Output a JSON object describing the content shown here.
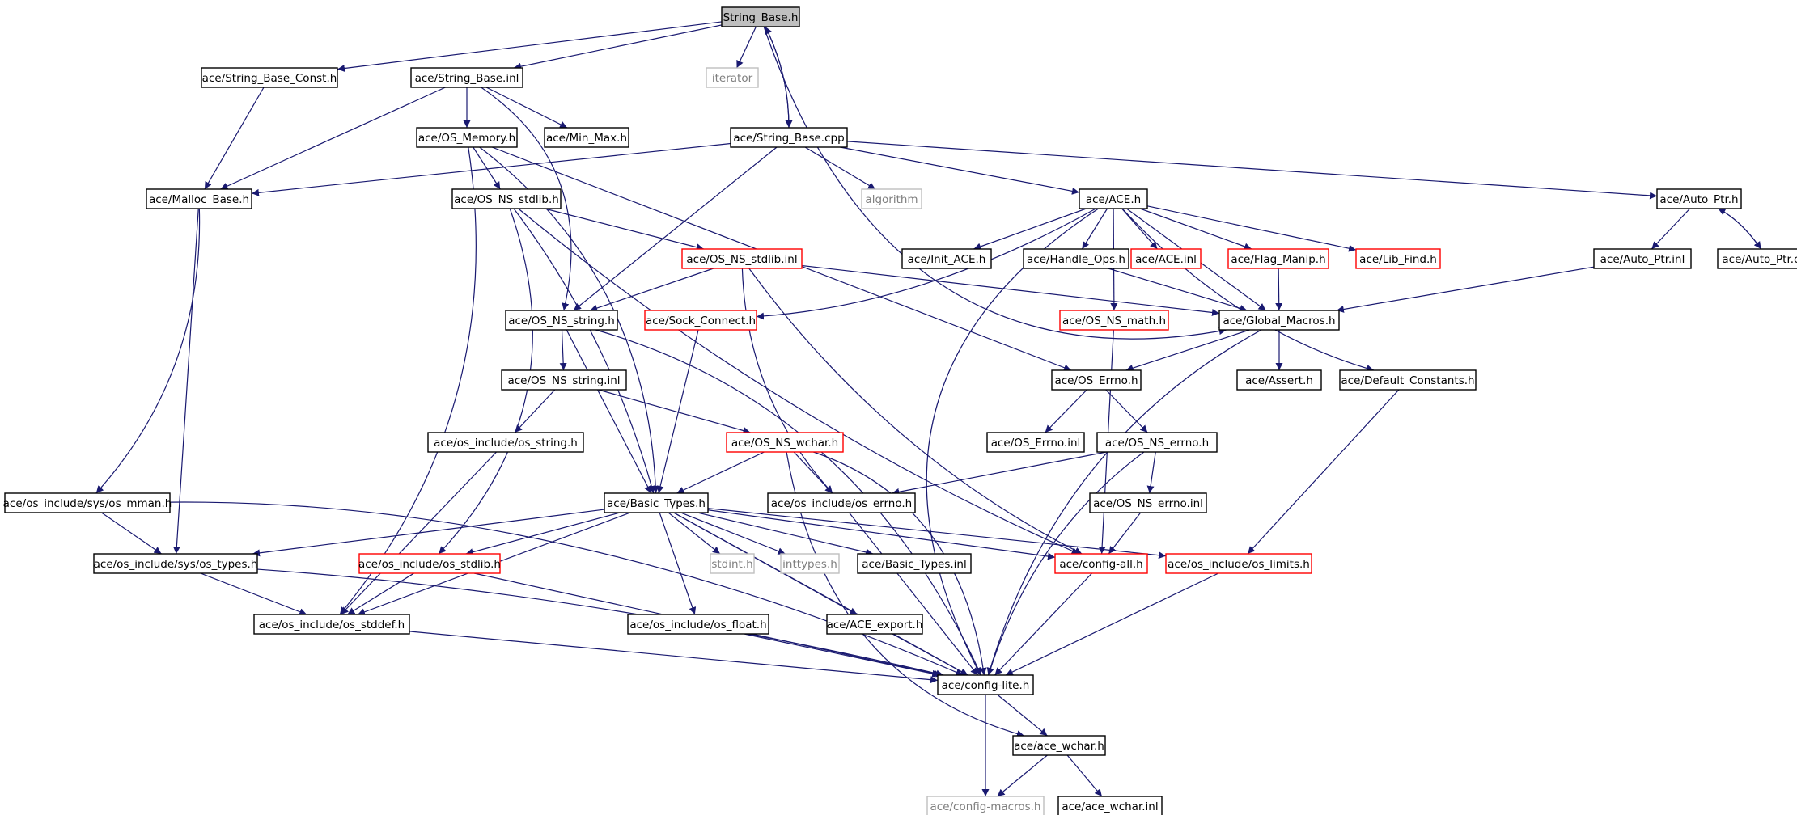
{
  "colors": {
    "edge": "#191970",
    "normal_border": "#000000",
    "red_border": "#ff0000",
    "grey_border": "#bfbfbf",
    "grey_text": "#7f7f7f",
    "root_fill": "#bfbfbf",
    "text": "#000000"
  },
  "nodes": [
    {
      "id": "string_base_h",
      "label": "String_Base.h",
      "style": "root"
    },
    {
      "id": "string_base_const",
      "label": "ace/String_Base_Const.h",
      "style": "normal"
    },
    {
      "id": "string_base_inl",
      "label": "ace/String_Base.inl",
      "style": "normal"
    },
    {
      "id": "iterator",
      "label": "iterator",
      "style": "grey"
    },
    {
      "id": "string_base_cpp",
      "label": "ace/String_Base.cpp",
      "style": "normal"
    },
    {
      "id": "os_memory",
      "label": "ace/OS_Memory.h",
      "style": "normal"
    },
    {
      "id": "min_max",
      "label": "ace/Min_Max.h",
      "style": "normal"
    },
    {
      "id": "malloc_base",
      "label": "ace/Malloc_Base.h",
      "style": "normal"
    },
    {
      "id": "os_ns_stdlib",
      "label": "ace/OS_NS_stdlib.h",
      "style": "normal"
    },
    {
      "id": "algorithm",
      "label": "algorithm",
      "style": "grey"
    },
    {
      "id": "ace_h",
      "label": "ace/ACE.h",
      "style": "normal"
    },
    {
      "id": "auto_ptr",
      "label": "ace/Auto_Ptr.h",
      "style": "normal"
    },
    {
      "id": "os_ns_stdlib_inl",
      "label": "ace/OS_NS_stdlib.inl",
      "style": "red"
    },
    {
      "id": "init_ace",
      "label": "ace/Init_ACE.h",
      "style": "normal"
    },
    {
      "id": "handle_ops",
      "label": "ace/Handle_Ops.h",
      "style": "normal"
    },
    {
      "id": "ace_inl",
      "label": "ace/ACE.inl",
      "style": "red"
    },
    {
      "id": "flag_manip",
      "label": "ace/Flag_Manip.h",
      "style": "red"
    },
    {
      "id": "lib_find",
      "label": "ace/Lib_Find.h",
      "style": "red"
    },
    {
      "id": "auto_ptr_inl",
      "label": "ace/Auto_Ptr.inl",
      "style": "normal"
    },
    {
      "id": "auto_ptr_cpp",
      "label": "ace/Auto_Ptr.cpp",
      "style": "normal"
    },
    {
      "id": "os_ns_string",
      "label": "ace/OS_NS_string.h",
      "style": "normal"
    },
    {
      "id": "sock_connect",
      "label": "ace/Sock_Connect.h",
      "style": "red"
    },
    {
      "id": "os_ns_math",
      "label": "ace/OS_NS_math.h",
      "style": "red"
    },
    {
      "id": "global_macros",
      "label": "ace/Global_Macros.h",
      "style": "normal"
    },
    {
      "id": "os_ns_string_inl",
      "label": "ace/OS_NS_string.inl",
      "style": "normal"
    },
    {
      "id": "os_errno",
      "label": "ace/OS_Errno.h",
      "style": "normal"
    },
    {
      "id": "assert_h",
      "label": "ace/Assert.h",
      "style": "normal"
    },
    {
      "id": "default_constants",
      "label": "ace/Default_Constants.h",
      "style": "normal"
    },
    {
      "id": "os_string_inc",
      "label": "ace/os_include/os_string.h",
      "style": "normal"
    },
    {
      "id": "os_ns_wchar",
      "label": "ace/OS_NS_wchar.h",
      "style": "red"
    },
    {
      "id": "os_errno_inl",
      "label": "ace/OS_Errno.inl",
      "style": "normal"
    },
    {
      "id": "os_ns_errno",
      "label": "ace/OS_NS_errno.h",
      "style": "normal"
    },
    {
      "id": "os_mman",
      "label": "ace/os_include/sys/os_mman.h",
      "style": "normal"
    },
    {
      "id": "basic_types",
      "label": "ace/Basic_Types.h",
      "style": "normal"
    },
    {
      "id": "os_errno_inc",
      "label": "ace/os_include/os_errno.h",
      "style": "normal"
    },
    {
      "id": "os_ns_errno_inl",
      "label": "ace/OS_NS_errno.inl",
      "style": "normal"
    },
    {
      "id": "os_types",
      "label": "ace/os_include/sys/os_types.h",
      "style": "normal"
    },
    {
      "id": "os_stdlib_inc",
      "label": "ace/os_include/os_stdlib.h",
      "style": "red"
    },
    {
      "id": "stdint",
      "label": "stdint.h",
      "style": "grey"
    },
    {
      "id": "inttypes",
      "label": "inttypes.h",
      "style": "grey"
    },
    {
      "id": "basic_types_inl",
      "label": "ace/Basic_Types.inl",
      "style": "normal"
    },
    {
      "id": "config_all",
      "label": "ace/config-all.h",
      "style": "red"
    },
    {
      "id": "os_limits",
      "label": "ace/os_include/os_limits.h",
      "style": "red"
    },
    {
      "id": "os_stddef",
      "label": "ace/os_include/os_stddef.h",
      "style": "normal"
    },
    {
      "id": "os_float",
      "label": "ace/os_include/os_float.h",
      "style": "normal"
    },
    {
      "id": "ace_export",
      "label": "ace/ACE_export.h",
      "style": "normal"
    },
    {
      "id": "config_lite",
      "label": "ace/config-lite.h",
      "style": "normal"
    },
    {
      "id": "ace_wchar",
      "label": "ace/ace_wchar.h",
      "style": "normal"
    },
    {
      "id": "config_macros",
      "label": "ace/config-macros.h",
      "style": "grey"
    },
    {
      "id": "ace_wchar_inl",
      "label": "ace/ace_wchar.inl",
      "style": "normal"
    }
  ],
  "edges": [
    [
      "string_base_h",
      "string_base_const"
    ],
    [
      "string_base_h",
      "string_base_inl"
    ],
    [
      "string_base_h",
      "iterator"
    ],
    [
      "string_base_h",
      "string_base_cpp"
    ],
    [
      "string_base_h",
      "global_macros"
    ],
    [
      "string_base_cpp",
      "string_base_h"
    ],
    [
      "string_base_const",
      "malloc_base"
    ],
    [
      "string_base_inl",
      "malloc_base"
    ],
    [
      "string_base_inl",
      "os_memory"
    ],
    [
      "string_base_inl",
      "min_max"
    ],
    [
      "string_base_inl",
      "os_ns_string"
    ],
    [
      "string_base_cpp",
      "malloc_base"
    ],
    [
      "string_base_cpp",
      "algorithm"
    ],
    [
      "string_base_cpp",
      "ace_h"
    ],
    [
      "string_base_cpp",
      "auto_ptr"
    ],
    [
      "string_base_cpp",
      "os_ns_string"
    ],
    [
      "os_memory",
      "os_ns_stdlib"
    ],
    [
      "os_memory",
      "os_errno"
    ],
    [
      "os_memory",
      "basic_types"
    ],
    [
      "os_memory",
      "os_stddef"
    ],
    [
      "malloc_base",
      "os_types"
    ],
    [
      "malloc_base",
      "os_mman"
    ],
    [
      "os_ns_stdlib",
      "os_ns_stdlib_inl"
    ],
    [
      "os_ns_stdlib",
      "basic_types"
    ],
    [
      "os_ns_stdlib",
      "os_stdlib_inc"
    ],
    [
      "os_ns_stdlib",
      "config_all"
    ],
    [
      "ace_h",
      "init_ace"
    ],
    [
      "ace_h",
      "handle_ops"
    ],
    [
      "ace_h",
      "ace_inl"
    ],
    [
      "ace_h",
      "flag_manip"
    ],
    [
      "ace_h",
      "lib_find"
    ],
    [
      "ace_h",
      "global_macros"
    ],
    [
      "ace_h",
      "sock_connect"
    ],
    [
      "ace_h",
      "default_constants"
    ],
    [
      "ace_h",
      "config_lite"
    ],
    [
      "ace_h",
      "os_ns_math"
    ],
    [
      "auto_ptr",
      "auto_ptr_inl"
    ],
    [
      "auto_ptr",
      "auto_ptr_cpp"
    ],
    [
      "auto_ptr_cpp",
      "auto_ptr"
    ],
    [
      "auto_ptr_inl",
      "global_macros"
    ],
    [
      "os_ns_stdlib_inl",
      "os_ns_string"
    ],
    [
      "os_ns_stdlib_inl",
      "global_macros"
    ],
    [
      "os_ns_stdlib_inl",
      "config_all"
    ],
    [
      "os_ns_stdlib_inl",
      "os_errno_inc"
    ],
    [
      "handle_ops",
      "global_macros"
    ],
    [
      "flag_manip",
      "global_macros"
    ],
    [
      "os_ns_string",
      "os_ns_string_inl"
    ],
    [
      "os_ns_string",
      "basic_types"
    ],
    [
      "os_ns_string",
      "config_lite"
    ],
    [
      "sock_connect",
      "basic_types"
    ],
    [
      "os_ns_math",
      "config_all"
    ],
    [
      "global_macros",
      "os_errno"
    ],
    [
      "global_macros",
      "assert_h"
    ],
    [
      "global_macros",
      "config_lite"
    ],
    [
      "os_ns_string_inl",
      "os_string_inc"
    ],
    [
      "os_ns_string_inl",
      "os_ns_wchar"
    ],
    [
      "os_errno",
      "os_errno_inl"
    ],
    [
      "os_errno",
      "os_ns_errno"
    ],
    [
      "default_constants",
      "os_limits"
    ],
    [
      "os_string_inc",
      "os_stddef"
    ],
    [
      "os_ns_wchar",
      "basic_types"
    ],
    [
      "os_ns_wchar",
      "os_errno_inc"
    ],
    [
      "os_ns_wchar",
      "ace_wchar"
    ],
    [
      "os_ns_wchar",
      "config_lite"
    ],
    [
      "os_ns_errno",
      "os_errno_inc"
    ],
    [
      "os_ns_errno",
      "os_ns_errno_inl"
    ],
    [
      "os_ns_errno",
      "config_lite"
    ],
    [
      "os_ns_errno_inl",
      "config_all"
    ],
    [
      "os_mman",
      "os_types"
    ],
    [
      "os_mman",
      "config_lite"
    ],
    [
      "basic_types",
      "os_types"
    ],
    [
      "basic_types",
      "os_stdlib_inc"
    ],
    [
      "basic_types",
      "stdint"
    ],
    [
      "basic_types",
      "inttypes"
    ],
    [
      "basic_types",
      "basic_types_inl"
    ],
    [
      "basic_types",
      "config_all"
    ],
    [
      "basic_types",
      "os_limits"
    ],
    [
      "basic_types",
      "os_stddef"
    ],
    [
      "basic_types",
      "os_float"
    ],
    [
      "basic_types",
      "ace_export"
    ],
    [
      "basic_types",
      "config_lite"
    ],
    [
      "os_errno_inc",
      "config_lite"
    ],
    [
      "os_types",
      "os_stddef"
    ],
    [
      "os_types",
      "config_lite"
    ],
    [
      "os_stdlib_inc",
      "os_stddef"
    ],
    [
      "os_stdlib_inc",
      "config_lite"
    ],
    [
      "config_all",
      "config_lite"
    ],
    [
      "os_limits",
      "config_lite"
    ],
    [
      "os_stddef",
      "config_lite"
    ],
    [
      "os_float",
      "config_lite"
    ],
    [
      "ace_export",
      "config_lite"
    ],
    [
      "config_lite",
      "ace_wchar"
    ],
    [
      "config_lite",
      "config_macros"
    ],
    [
      "ace_wchar",
      "config_macros"
    ],
    [
      "ace_wchar",
      "ace_wchar_inl"
    ]
  ]
}
